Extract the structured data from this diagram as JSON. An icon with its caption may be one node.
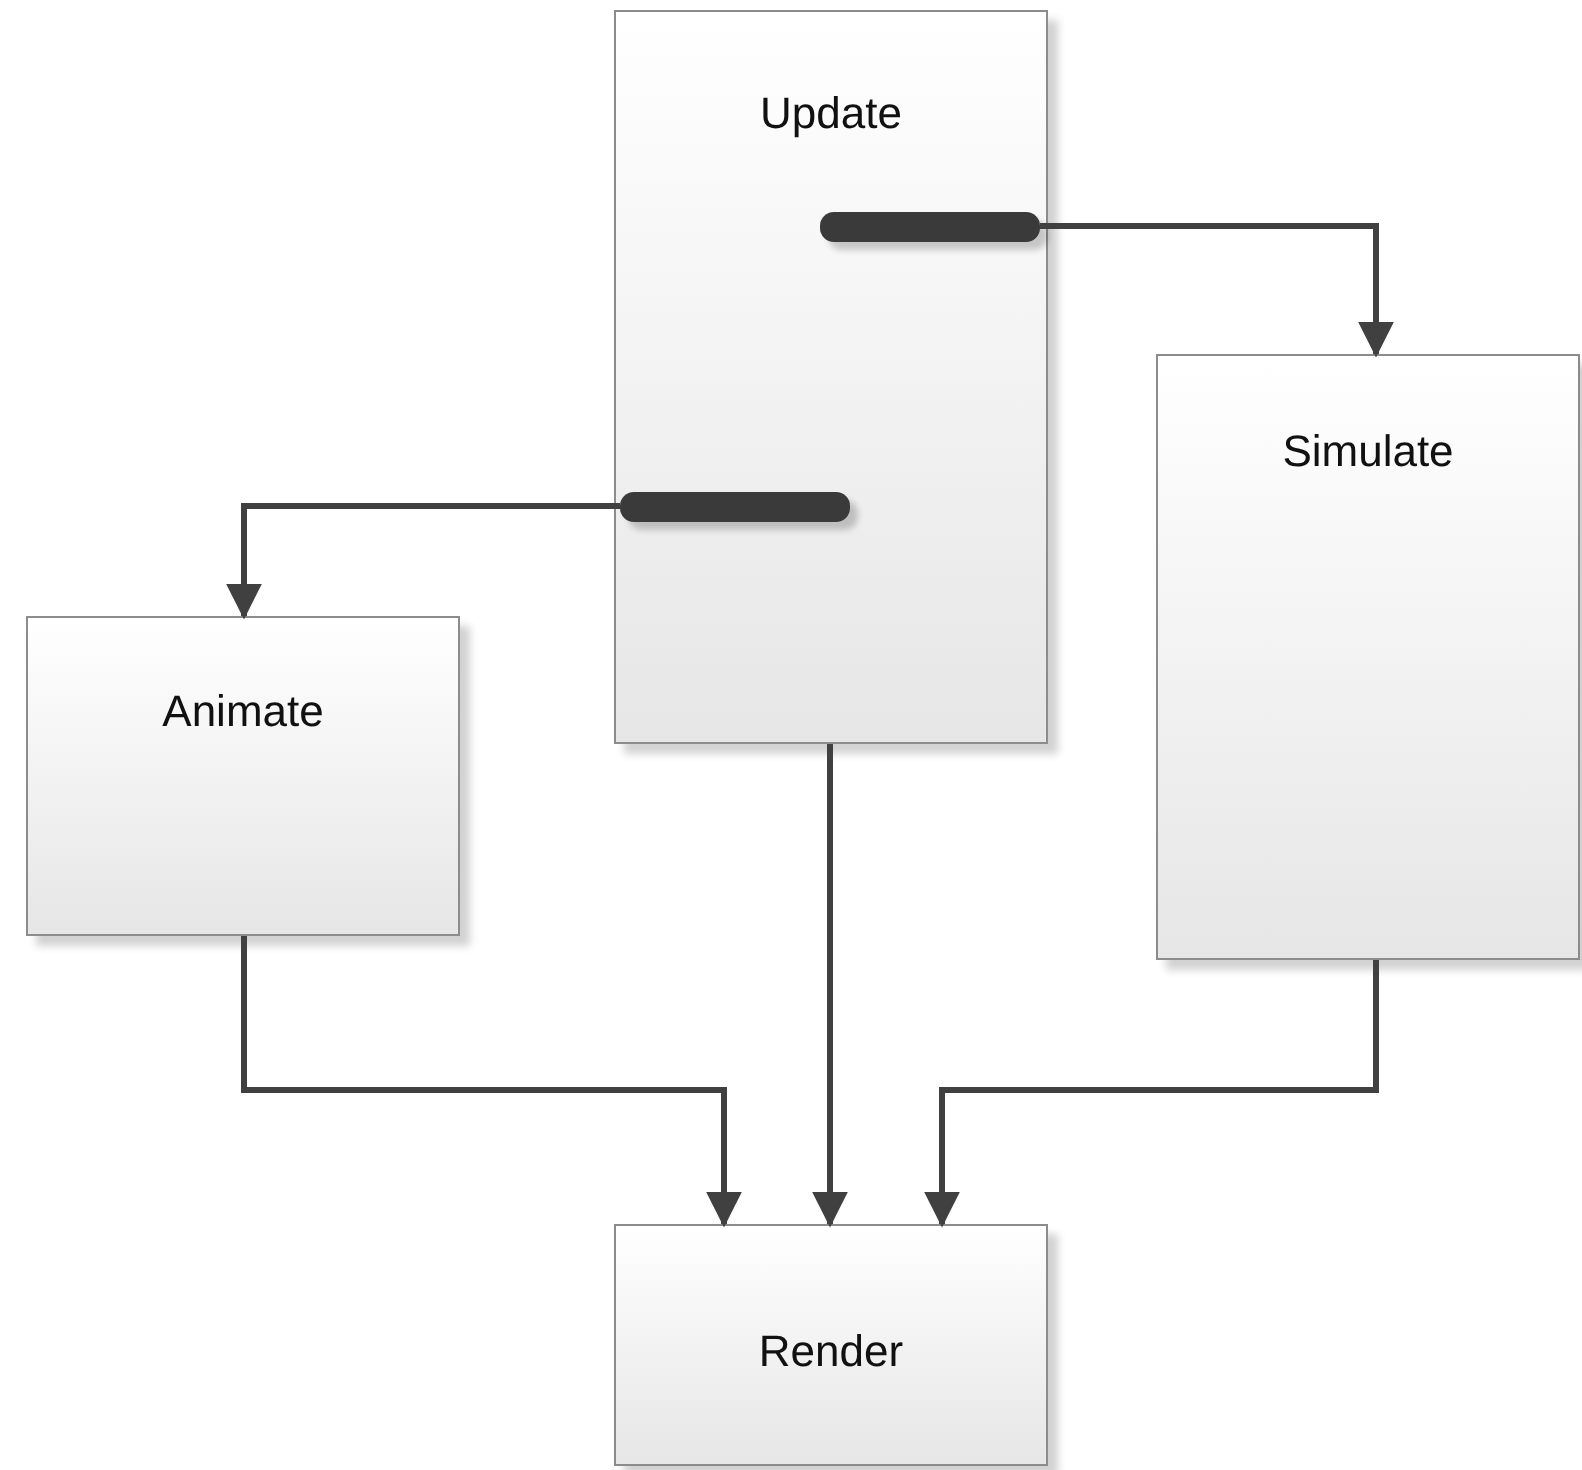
{
  "diagram": {
    "nodes": [
      {
        "text": [
          "Update"
        ]
      },
      {
        "text": [],
        "shape": "bar",
        "in": 0
      },
      {
        "text": [],
        "shape": "bar",
        "in": 0
      },
      {
        "text": [
          "Simulate"
        ]
      },
      {
        "text": [
          "Animate"
        ]
      },
      {
        "text": [
          "Render"
        ]
      }
    ],
    "edges": [
      {
        "from": 1,
        "to": 3,
        "arrow": "to"
      },
      {
        "from": 2,
        "to": 4,
        "arrow": "to"
      },
      {
        "from": 0,
        "to": 5,
        "arrow": "to"
      },
      {
        "from": 4,
        "to": 5,
        "arrow": "to"
      },
      {
        "from": 3,
        "to": 5,
        "arrow": "to"
      }
    ]
  }
}
